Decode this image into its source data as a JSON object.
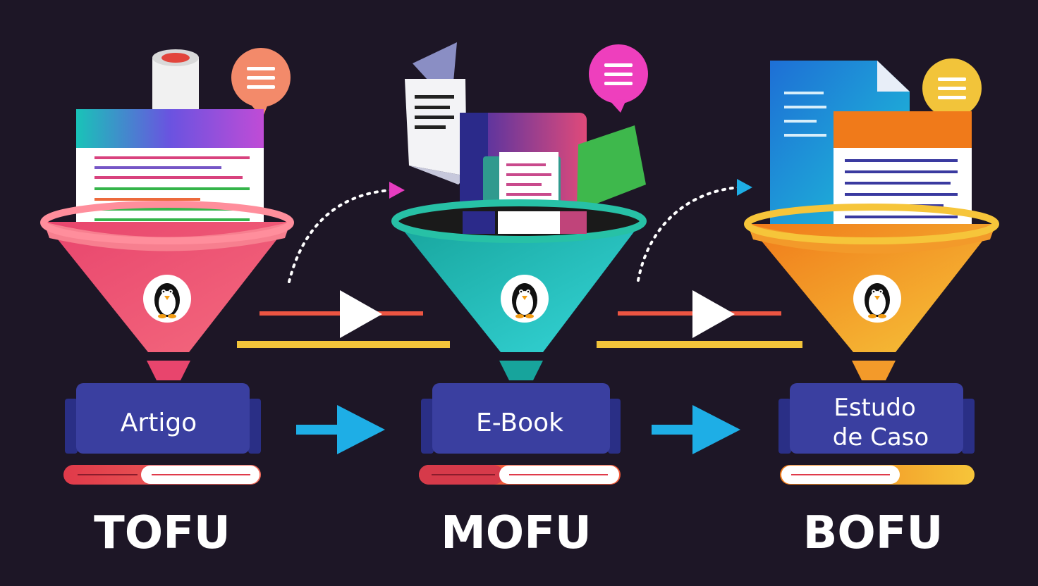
{
  "stages": [
    {
      "label_lines": [
        "Artigo"
      ],
      "name": "TOFU",
      "funnel_colors": [
        "#e8456d",
        "#f46a7e"
      ],
      "bubble_color": "#f38a6a",
      "icon": "article-document-icon"
    },
    {
      "label_lines": [
        "E-Book"
      ],
      "name": "MOFU",
      "funnel_colors": [
        "#17a49c",
        "#35d6d8"
      ],
      "bubble_color": "#ee3fbd",
      "icon": "ebook-icon"
    },
    {
      "label_lines": [
        "Estudo",
        "de Caso"
      ],
      "name": "BOFU",
      "funnel_colors": [
        "#f07a1a",
        "#f6c53a"
      ],
      "bubble_color": "#f2c43a",
      "icon": "case-study-document-icon"
    }
  ],
  "colors": {
    "background": "#1d1626",
    "label_box": "#3a3fa0",
    "arrow_blue": "#1eaee6",
    "line_red": "#ec5542",
    "line_yellow": "#f2c43a"
  }
}
